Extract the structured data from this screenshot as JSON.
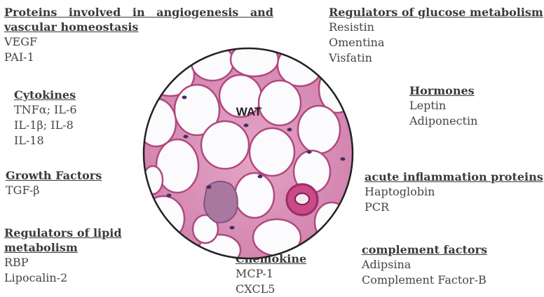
{
  "center_label": "WAT",
  "groups": {
    "angio": {
      "heading_line1": "Proteins involved in angiogenesis and",
      "heading_line2": "vascular homeostasis",
      "items": [
        "VEGF",
        "PAI-1"
      ]
    },
    "glucose": {
      "heading": "Regulators of glucose metabolism",
      "items": [
        "Resistin",
        "Omentina",
        "Visfatin"
      ]
    },
    "cytokines": {
      "heading": "Cytokines",
      "items": [
        "TNFα; IL-6",
        "IL-1β; IL-8",
        "IL-18"
      ]
    },
    "hormones": {
      "heading": "Hormones",
      "items": [
        "Leptin",
        "Adiponectin"
      ]
    },
    "growth": {
      "heading": "Growth Factors",
      "items": [
        "TGF-β"
      ]
    },
    "acute": {
      "heading": "acute inflammation proteins",
      "items": [
        "Haptoglobin",
        "PCR"
      ]
    },
    "lipid": {
      "heading_line1": "Regulators of lipid",
      "heading_line2": "metabolism",
      "items": [
        "RBP",
        "Lipocalin-2"
      ]
    },
    "chemokine": {
      "heading": "Chemokine",
      "items": [
        "MCP-1",
        "CXCL5"
      ]
    },
    "complement": {
      "heading": "complement factors",
      "items": [
        "Adipsina",
        "Complement Factor-B"
      ]
    }
  },
  "colors": {
    "tissue_bg": "#d98fb6",
    "cell_fill": "#fbfbfd",
    "cell_stroke": "#b2487f",
    "nucleus": "#4b2a66",
    "outline": "#222222"
  }
}
